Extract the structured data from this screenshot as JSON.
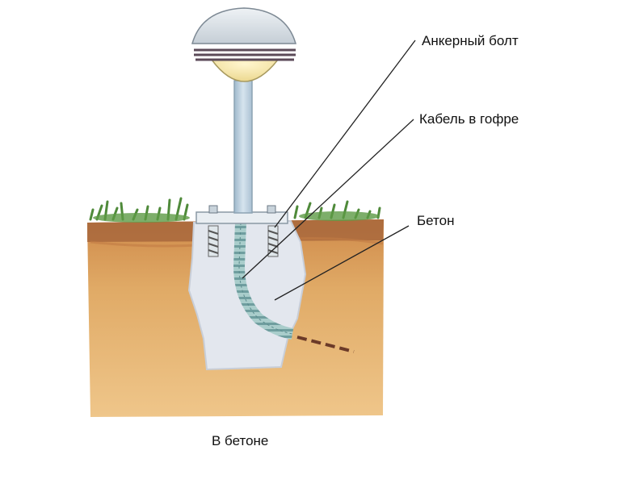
{
  "labels": {
    "anchor_bolt": "Анкерный болт",
    "cable_in_conduit": "Кабель в гофре",
    "concrete": "Бетон"
  },
  "caption": "В бетоне",
  "colors": {
    "soil": "#e8b978",
    "soil_dark": "#d79a52",
    "topsoil": "#a5653a",
    "grass": "#4f8a3a",
    "concrete": "#e3e7ee",
    "pole": "#b9cfe0",
    "lamp_cap": "#d6dde3",
    "lamp_glow": "#f3e4a8",
    "cable": "#8fb8b8",
    "leader_line": "#222222"
  }
}
